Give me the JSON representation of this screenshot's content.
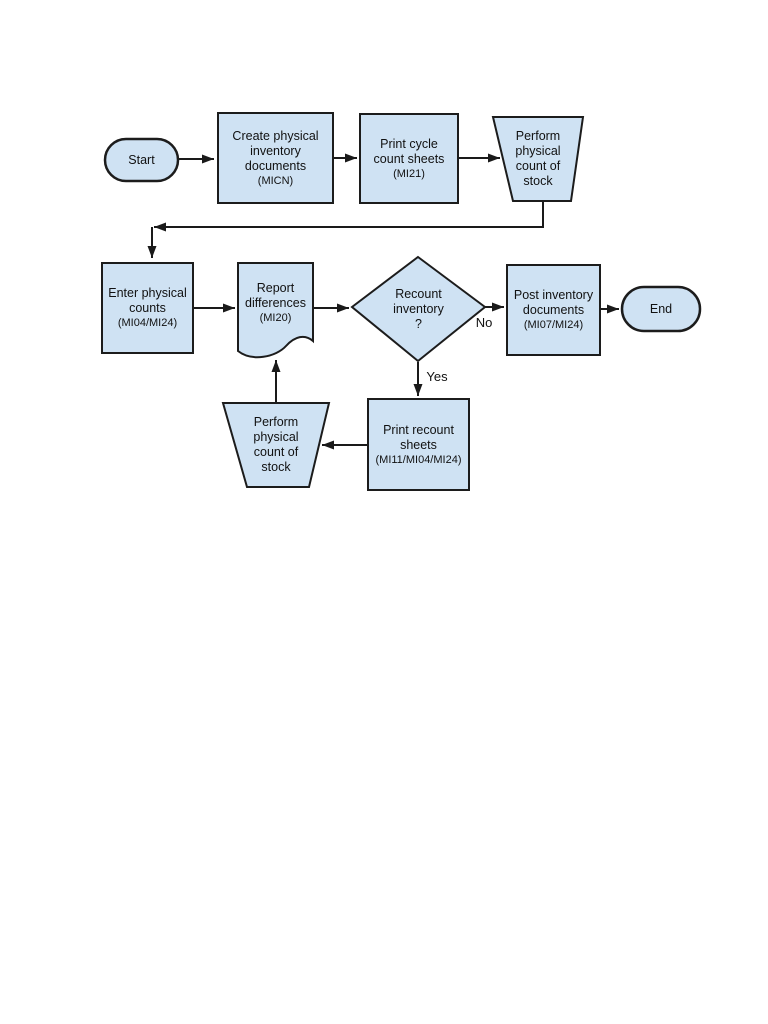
{
  "diagram": {
    "colors": {
      "page_bg": "#ffffff",
      "node_fill": "#cfe2f3",
      "node_stroke": "#1c1c1c",
      "line": "#1a1a1a",
      "text": "#111111"
    },
    "nodes": {
      "start": {
        "shape": "stadium",
        "label": "Start"
      },
      "create_docs": {
        "shape": "process",
        "label": "Create physical\ninventory\ndocuments",
        "code": "(MICN)"
      },
      "print_cycle": {
        "shape": "process",
        "label": "Print cycle\ncount sheets",
        "code": "(MI21)"
      },
      "perform_count_top": {
        "shape": "manual-operation",
        "label": "Perform\nphysical\ncount of\nstock"
      },
      "enter_counts": {
        "shape": "process",
        "label": "Enter physical\ncounts",
        "code": "(MI04/MI24)"
      },
      "report_differences": {
        "shape": "document",
        "label": "Report\ndifferences",
        "code": "(MI20)"
      },
      "recount_decision": {
        "shape": "decision",
        "label": "Recount\ninventory\n?"
      },
      "post_docs": {
        "shape": "process",
        "label": "Post inventory\ndocuments",
        "code": "(MI07/MI24)"
      },
      "end": {
        "shape": "stadium",
        "label": "End"
      },
      "perform_count_bottom": {
        "shape": "manual-operation",
        "label": "Perform\nphysical\ncount of\nstock"
      },
      "print_recount": {
        "shape": "process",
        "label": "Print recount\nsheets",
        "code": "(MI11/MI04/MI24)"
      }
    },
    "edge_labels": {
      "no": "No",
      "yes": "Yes"
    }
  }
}
